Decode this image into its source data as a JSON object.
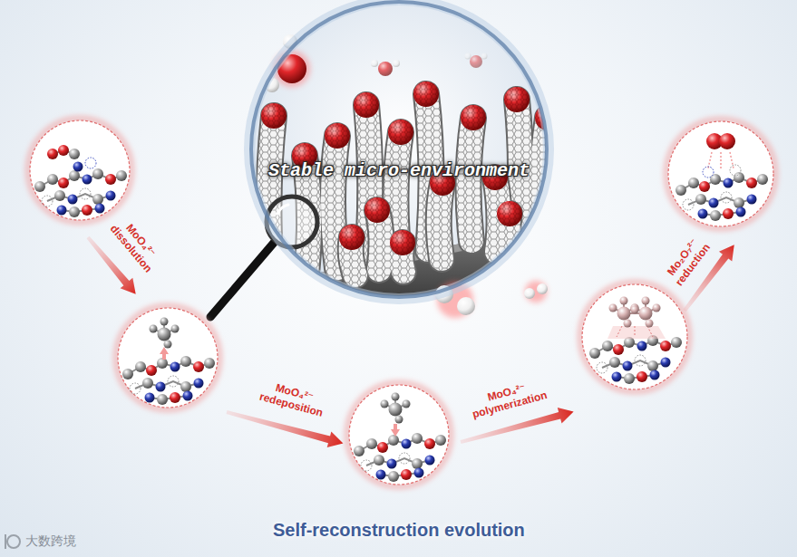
{
  "diagram": {
    "title": "Self-reconstruction evolution",
    "nodes": [
      {
        "text": [
          "Stable micro-environment"
        ]
      }
    ],
    "labels": [
      "MoO₄²⁻ dissolution",
      "MoO₄²⁻ redeposition",
      "MoO₄²⁻ polymerization",
      "Mo₂O₇²⁻ reduction",
      "大数跨境"
    ]
  }
}
